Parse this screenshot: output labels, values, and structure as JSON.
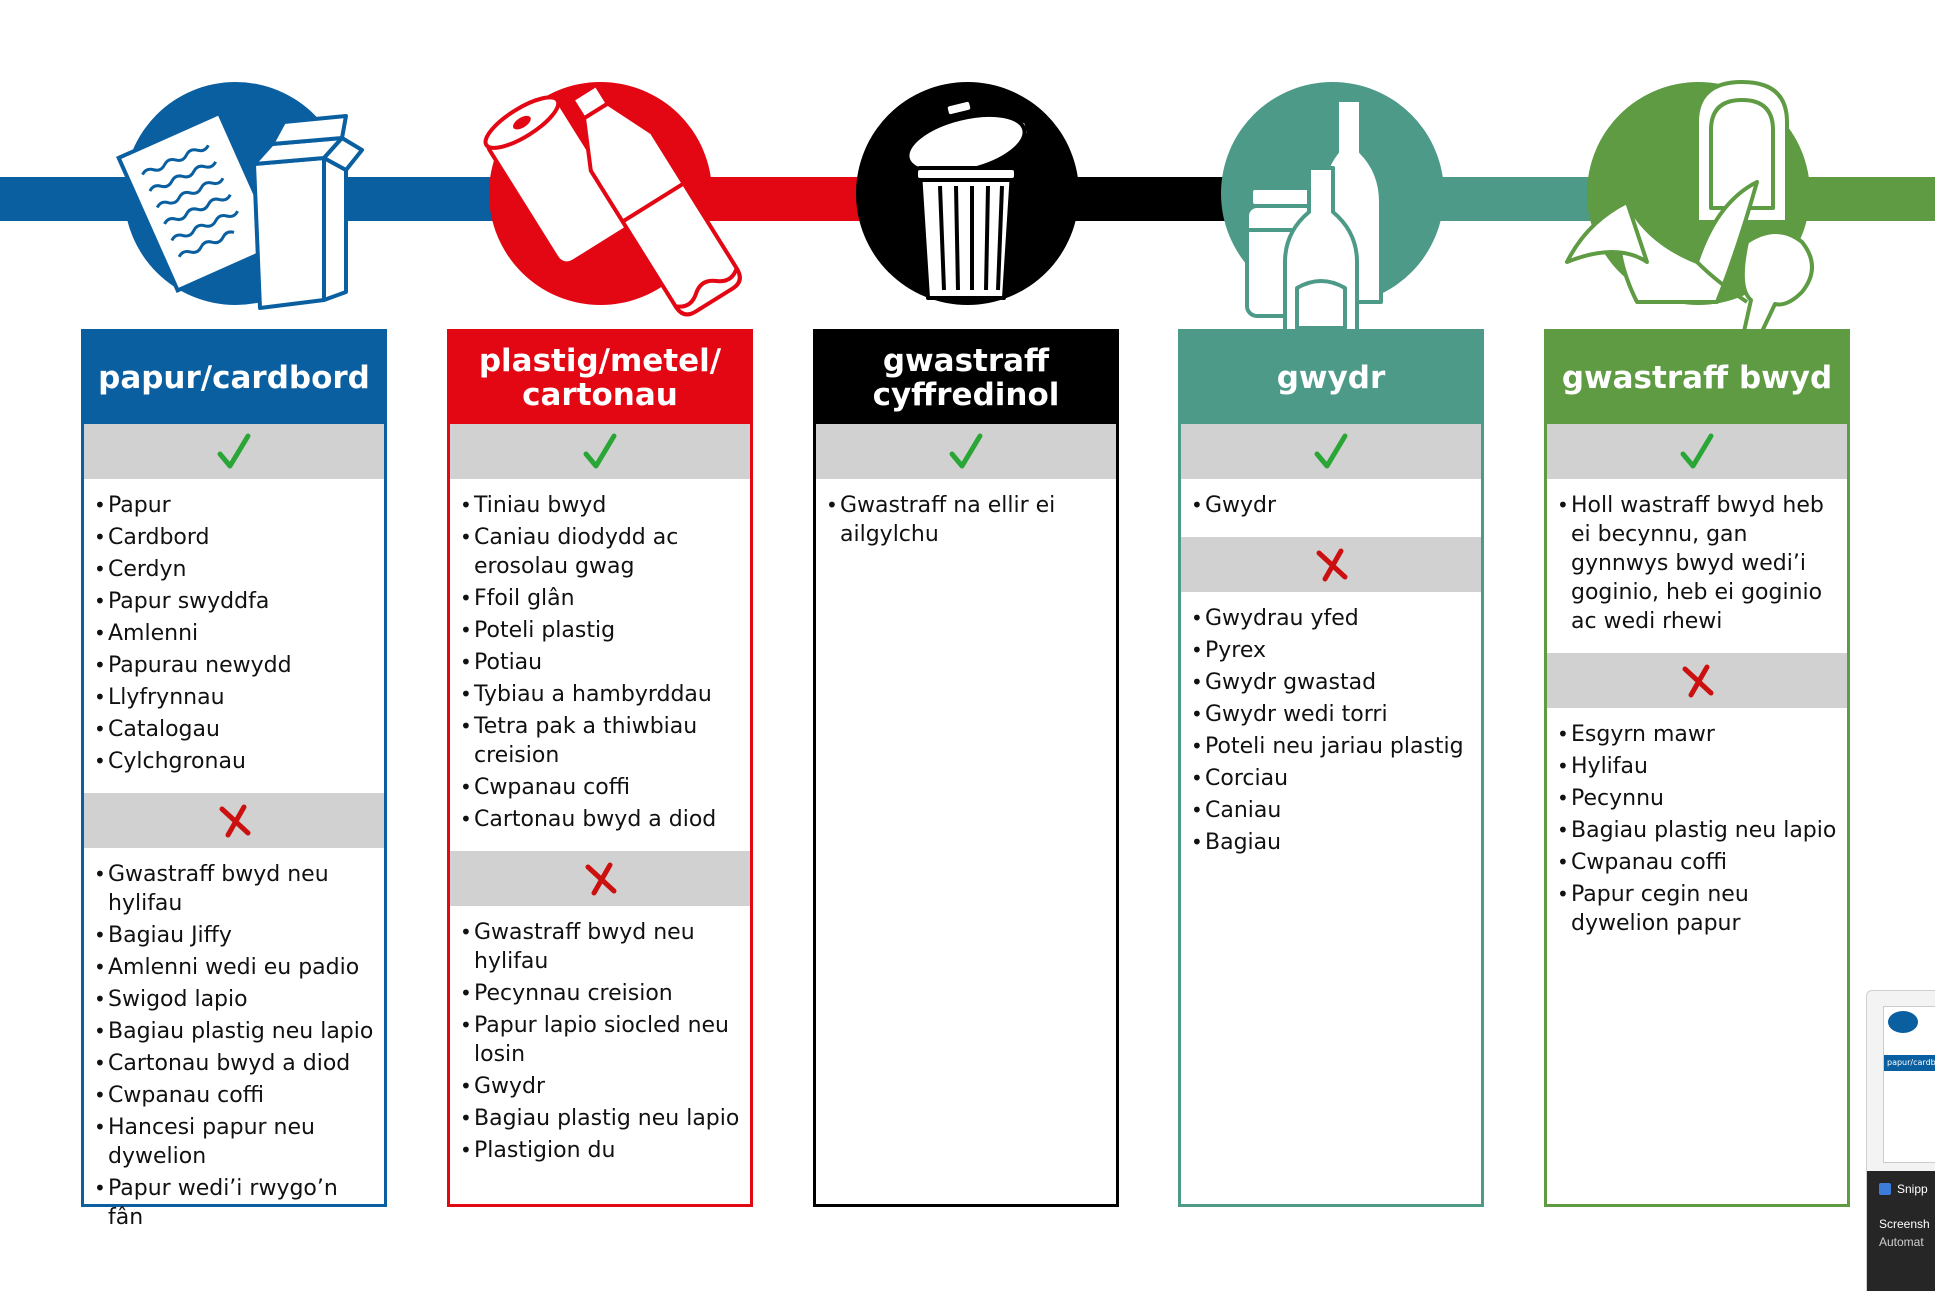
{
  "colors": {
    "blue": "#0a5fa0",
    "red": "#e30613",
    "black": "#000000",
    "teal": "#4e9a89",
    "green": "#5e9b43",
    "tick_green": "#2aa637",
    "cross_red": "#cc1010",
    "grey_band": "#d1d1d1"
  },
  "columns": [
    {
      "key": "paper",
      "title": "papur/cardbord",
      "color": "#0a5fa0",
      "icon": "paper-and-cardboard-icon",
      "yes": [
        "Papur",
        "Cardbord",
        "Cerdyn",
        "Papur swyddfa",
        "Amlenni",
        "Papurau newydd",
        "Llyfrynnau",
        "Catalogau",
        "Cylchgronau"
      ],
      "no": [
        "Gwastraff bwyd neu hylifau",
        "Bagiau Jiffy",
        "Amlenni wedi eu padio",
        "Swigod lapio",
        "Bagiau plastig neu lapio",
        "Cartonau bwyd a diod",
        "Cwpanau coffi",
        "Hancesi papur neu dywelion",
        "Papur wedi’i rwygo’n fân"
      ]
    },
    {
      "key": "plastic",
      "title": "plastig/metel/ cartonau",
      "color": "#e30613",
      "icon": "can-and-bottle-icon",
      "yes": [
        "Tiniau bwyd",
        "Caniau diodydd ac erosolau gwag",
        "Ffoil glân",
        "Poteli plastig",
        "Potiau",
        "Tybiau a hambyrddau",
        "Tetra pak a thiwbiau creision",
        "Cwpanau coffi",
        "Cartonau bwyd a diod"
      ],
      "no": [
        "Gwastraff bwyd neu hylifau",
        "Pecynnau creision",
        "Papur lapio siocled neu losin",
        "Gwydr",
        "Bagiau plastig neu lapio",
        "Plastigion du"
      ]
    },
    {
      "key": "general",
      "title": "gwastraff cyffredinol",
      "color": "#000000",
      "icon": "dustbin-icon",
      "yes": [
        "Gwastraff na ellir ei ailgylchu"
      ],
      "no": []
    },
    {
      "key": "glass",
      "title": "gwydr",
      "color": "#4e9a89",
      "icon": "glass-bottles-icon",
      "yes": [
        "Gwydr"
      ],
      "no": [
        "Gwydrau yfed",
        "Pyrex",
        "Gwydr gwastad",
        "Gwydr wedi torri",
        "Poteli neu jariau plastig",
        "Corciau",
        "Caniau",
        "Bagiau"
      ]
    },
    {
      "key": "food",
      "title": "gwastraff bwyd",
      "color": "#5e9b43",
      "icon": "food-waste-icon",
      "yes": [
        "Holl wastraff bwyd heb ei becynnu, gan gynnwys bwyd wedi’i goginio, heb ei goginio ac wedi rhewi"
      ],
      "no": [
        "Esgyrn mawr",
        "Hylifau",
        "Pecynnu",
        "Bagiau plastig neu lapio",
        "Cwpanau coffi",
        "Papur cegin neu dywelion papur"
      ]
    }
  ],
  "snipping_tool": {
    "thumb_title": "papur/cardbord",
    "app_label": "Snipp",
    "line1": "Screensh",
    "line2": "Automat"
  }
}
